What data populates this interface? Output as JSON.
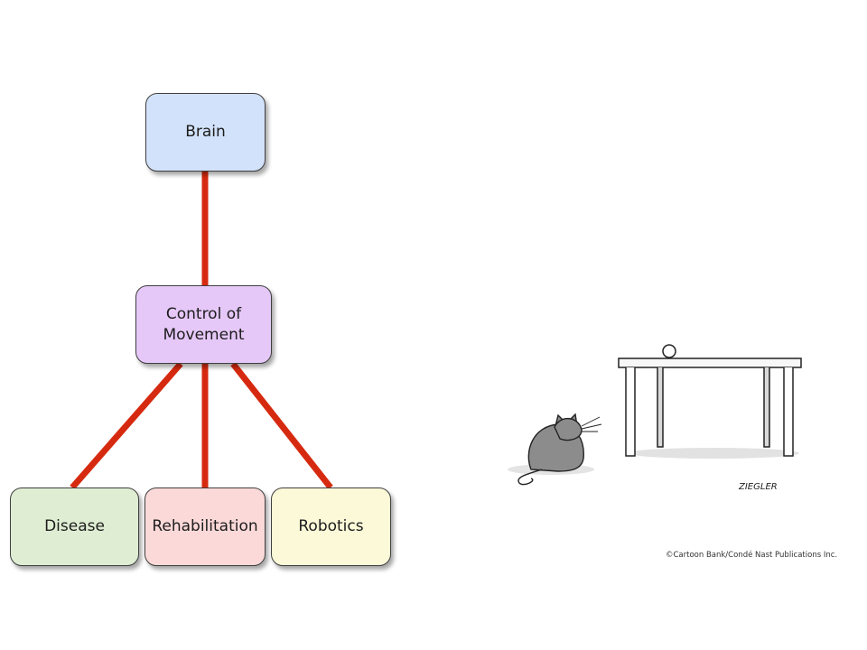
{
  "diagram": {
    "nodes": {
      "brain": "Brain",
      "control": "Control of\nMovement",
      "disease": "Disease",
      "rehabilitation": "Rehabilitation",
      "robotics": "Robotics"
    },
    "edges": [
      [
        "brain",
        "control"
      ],
      [
        "control",
        "disease"
      ],
      [
        "control",
        "rehabilitation"
      ],
      [
        "control",
        "robotics"
      ]
    ],
    "colors": {
      "edge": "#d62a10",
      "brain": "#d2e2fa",
      "control": "#e6c8f8",
      "disease": "#dfedd3",
      "rehabilitation": "#fcd9d9",
      "robotics": "#fcf9d8"
    }
  },
  "cartoon": {
    "signature": "ZIEGLER",
    "credit": "©Cartoon Bank/Condé Nast Publications Inc."
  }
}
